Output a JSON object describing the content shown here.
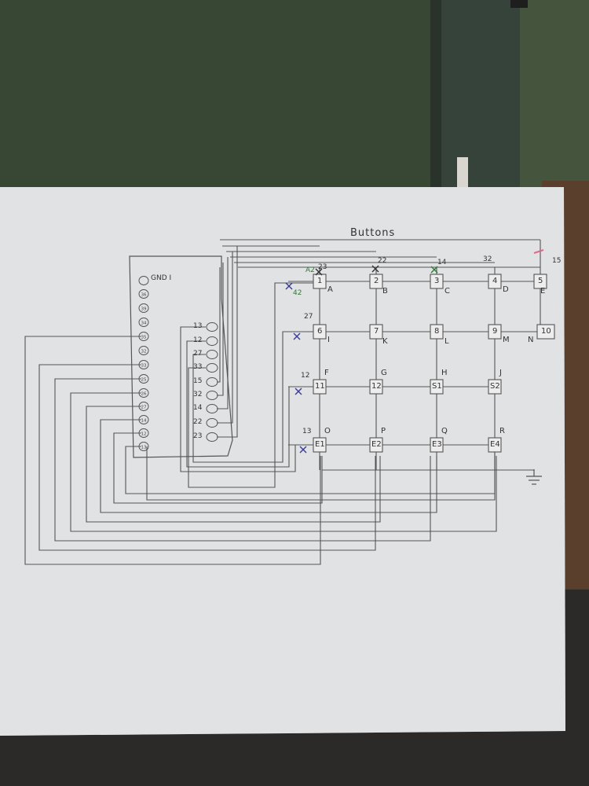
{
  "sketch": {
    "title": "Buttons",
    "controller_header": "GND I",
    "controller_left_pins": [
      "36",
      "39",
      "34",
      "35",
      "32",
      "33",
      "25",
      "26",
      "27",
      "14",
      "12",
      "13"
    ],
    "controller_right_pins": [
      "13",
      "12",
      "27",
      "33",
      "15",
      "32",
      "14",
      "22",
      "23"
    ],
    "column_pins": [
      "23",
      "22",
      "14",
      "32",
      "15"
    ],
    "row_pins": [
      "27",
      "12",
      "13"
    ],
    "buttons": [
      {
        "id": "1",
        "letter": "A"
      },
      {
        "id": "2",
        "letter": "B"
      },
      {
        "id": "3",
        "letter": "C"
      },
      {
        "id": "4",
        "letter": "D"
      },
      {
        "id": "5",
        "letter": "E"
      },
      {
        "id": "6",
        "letter": "I"
      },
      {
        "id": "7",
        "letter": "K"
      },
      {
        "id": "8",
        "letter": "L"
      },
      {
        "id": "9",
        "letter": "M"
      },
      {
        "id": "10",
        "letter": "N"
      },
      {
        "id": "11",
        "letter": "F"
      },
      {
        "id": "12",
        "letter": "G"
      },
      {
        "id": "S1",
        "letter": "H"
      },
      {
        "id": "S2",
        "letter": "J"
      },
      {
        "id": "E1",
        "letter": "O"
      },
      {
        "id": "E2",
        "letter": "P"
      },
      {
        "id": "E3",
        "letter": "Q"
      },
      {
        "id": "E4",
        "letter": "R"
      }
    ],
    "annotations": [
      "A2",
      "42"
    ],
    "colors": {
      "wall": "#3f4e3a",
      "paper": "#ebeceb",
      "carpet": "#2c2a29",
      "pencil": "#4a4a4a",
      "mark_blue": "#3a3a9a",
      "mark_green": "#2f7a3a",
      "mark_pink": "#e06a8a"
    }
  }
}
